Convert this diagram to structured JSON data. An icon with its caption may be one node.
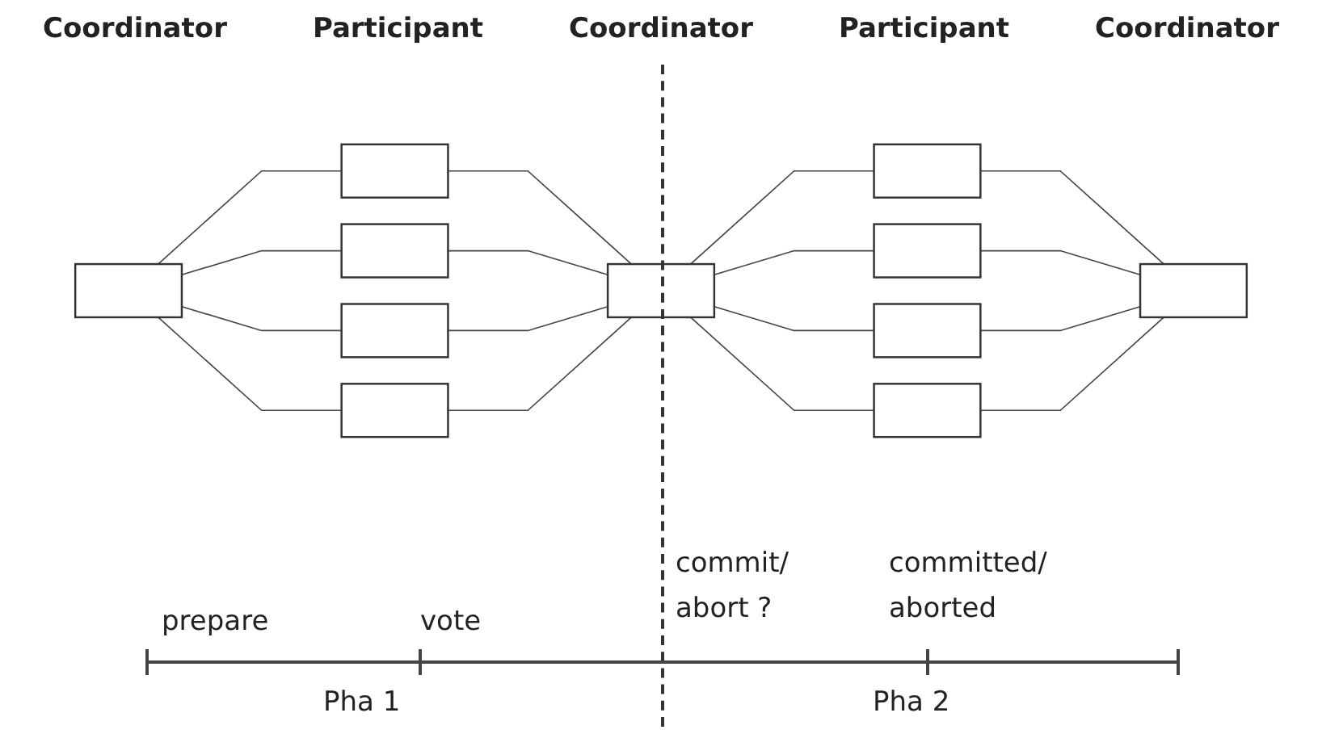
{
  "diagram": {
    "nodes": [
      {
        "text": [],
        "shape": "box"
      },
      {
        "text": [],
        "shape": "box"
      },
      {
        "text": [],
        "shape": "box"
      },
      {
        "text": [],
        "shape": "box"
      },
      {
        "text": [],
        "shape": "box"
      },
      {
        "text": [],
        "shape": "box"
      },
      {
        "text": [],
        "shape": "box"
      },
      {
        "text": [],
        "shape": "box"
      },
      {
        "text": [],
        "shape": "box"
      },
      {
        "text": [],
        "shape": "box"
      },
      {
        "text": [],
        "shape": "box"
      }
    ],
    "edges": [
      {
        "from": 0,
        "to": 1,
        "arrow": "none"
      },
      {
        "from": 0,
        "to": 2,
        "arrow": "none"
      },
      {
        "from": 0,
        "to": 3,
        "arrow": "none"
      },
      {
        "from": 0,
        "to": 4,
        "arrow": "none"
      },
      {
        "from": 1,
        "to": 5,
        "arrow": "none"
      },
      {
        "from": 2,
        "to": 5,
        "arrow": "none"
      },
      {
        "from": 3,
        "to": 5,
        "arrow": "none"
      },
      {
        "from": 4,
        "to": 5,
        "arrow": "none"
      },
      {
        "from": 5,
        "to": 6,
        "arrow": "none"
      },
      {
        "from": 5,
        "to": 7,
        "arrow": "none"
      },
      {
        "from": 5,
        "to": 8,
        "arrow": "none"
      },
      {
        "from": 5,
        "to": 9,
        "arrow": "none"
      },
      {
        "from": 6,
        "to": 10,
        "arrow": "none"
      },
      {
        "from": 7,
        "to": 10,
        "arrow": "none"
      },
      {
        "from": 8,
        "to": 10,
        "arrow": "none"
      },
      {
        "from": 9,
        "to": 10,
        "arrow": "none"
      }
    ],
    "labels": [
      "Coordinator",
      "Participant",
      "Coordinator",
      "Participant",
      "Coordinator",
      "prepare",
      "vote",
      "commit/ abort ?",
      "committed/ aborted",
      "Pha 1",
      "Pha 2"
    ]
  }
}
